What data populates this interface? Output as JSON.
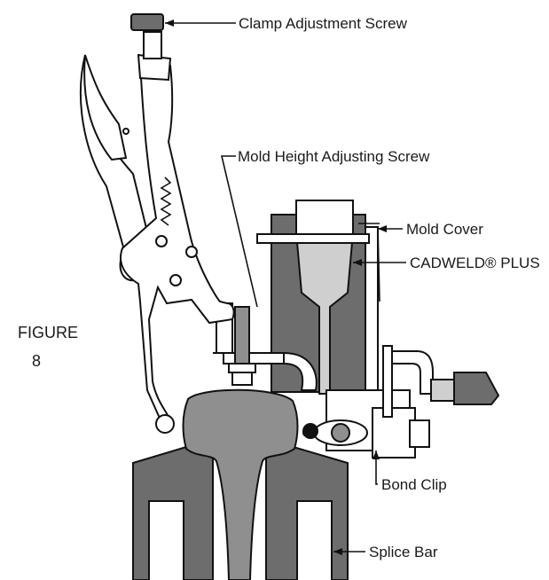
{
  "figure": {
    "title_line1": "FIGURE",
    "title_line2": "8"
  },
  "callouts": {
    "clamp_screw": "Clamp Adjustment Screw",
    "mold_height_screw": "Mold Height Adjusting Screw",
    "mold_cover": "Mold Cover",
    "cadweld_plus": "CADWELD® PLUS",
    "bond_clip": "Bond Clip",
    "splice_bar": "Splice Bar"
  },
  "colors": {
    "outline": "#111111",
    "dark_gray": "#6d6d6d",
    "mid_gray": "#8f8f8f",
    "light_gray": "#cfcfcf",
    "background": "#ffffff"
  }
}
